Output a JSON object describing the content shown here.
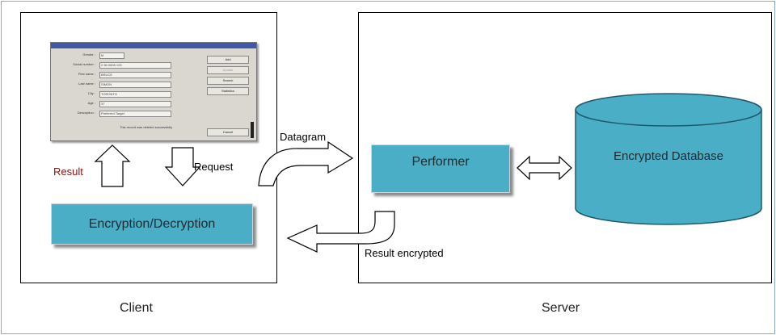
{
  "labels": {
    "client": "Client",
    "server": "Server",
    "result": "Result",
    "request": "Request",
    "datagram": "Datagram",
    "result_encrypted": "Result encrypted"
  },
  "nodes": {
    "encryption": "Encryption/Decryption",
    "performer": "Performer",
    "database": "Encrypted Database"
  },
  "mini_window": {
    "rows": [
      {
        "label": "Gender :",
        "value": "M"
      },
      {
        "label": "Social number :",
        "value": "2 56 0695 125"
      },
      {
        "label": "First name :",
        "value": "BRUCE"
      },
      {
        "label": "Last name :",
        "value": "SIMON"
      },
      {
        "label": "City :",
        "value": "TORONTO"
      },
      {
        "label": "Age :",
        "value": "37"
      },
      {
        "label": "Description :",
        "value": "Preferred Target"
      }
    ],
    "buttons": [
      "Add",
      "Update",
      "Search",
      "Statistics",
      "Cancel"
    ],
    "message": "This record was deleted successfully"
  },
  "colors": {
    "teal": "#4aaec6",
    "frame": "#8fa6d2",
    "accent_red": "#8b1010"
  }
}
